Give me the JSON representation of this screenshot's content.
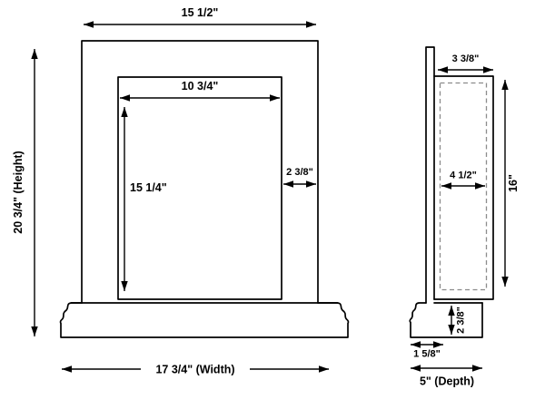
{
  "diagram": {
    "front_view": {
      "top_width": "15 1/2\"",
      "opening_width": "10 3/4\"",
      "opening_height": "15 1/4\"",
      "frame_thickness": "2 3/8\"",
      "overall_height": "20 3/4\" (Height)",
      "overall_width": "17 3/4\" (Width)"
    },
    "side_view": {
      "top_ledge_depth": "3 3/8\"",
      "inner_depth": "4 1/2\"",
      "back_height": "16\"",
      "base_height": "2 3/8\"",
      "base_front_depth": "1 5/8\"",
      "overall_depth": "5\" (Depth)"
    }
  }
}
